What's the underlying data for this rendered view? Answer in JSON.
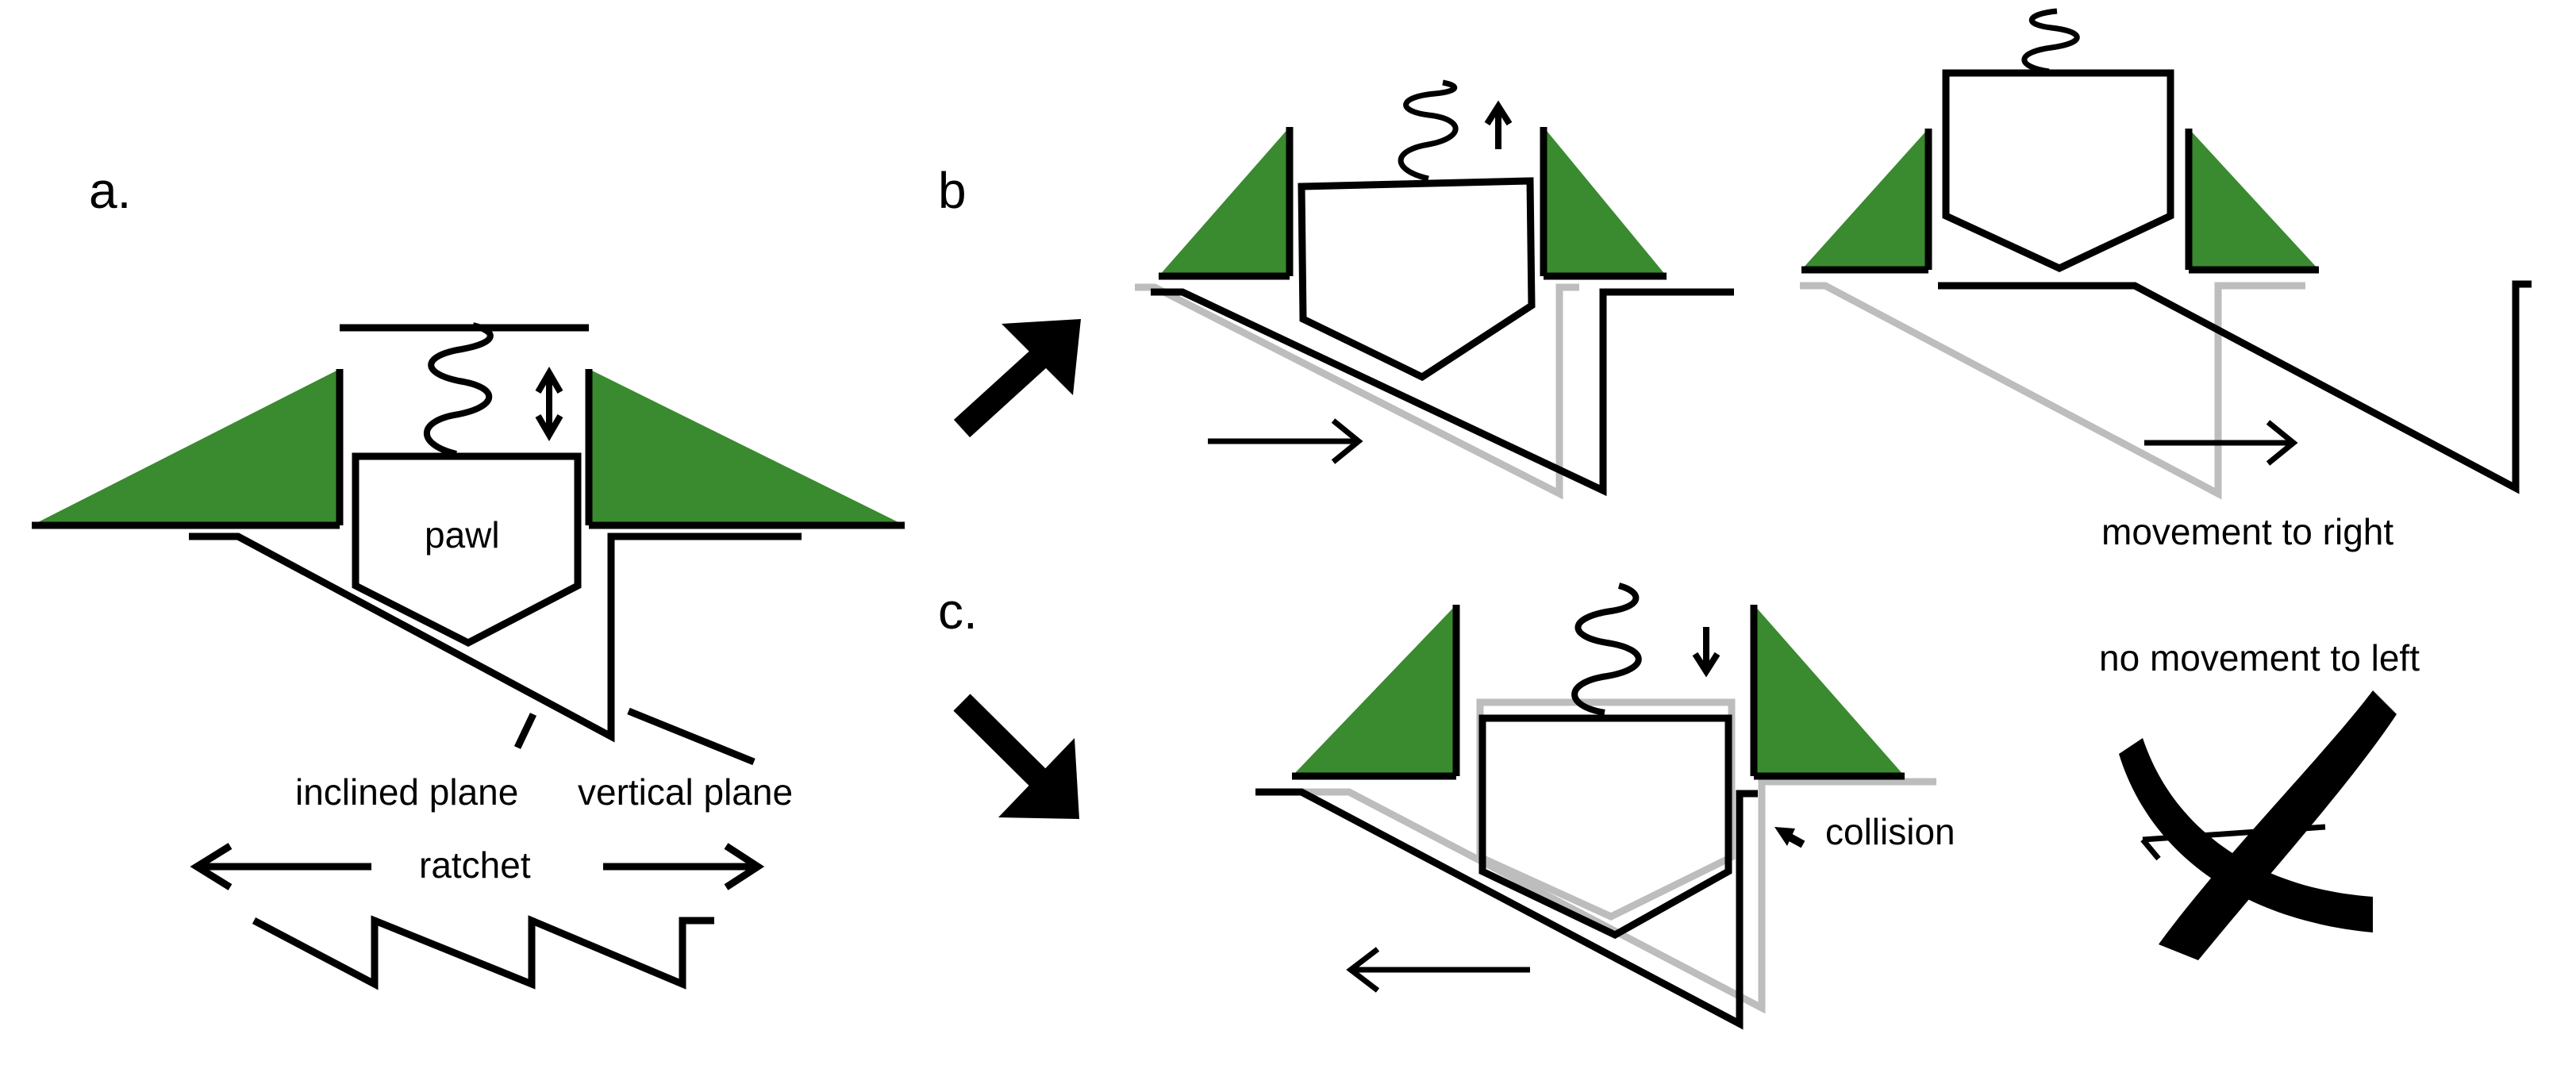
{
  "panel_labels": {
    "a": "a.",
    "b": "b",
    "c": "c."
  },
  "labels": {
    "pawl": "pawl",
    "inclined_plane": "inclined plane",
    "vertical_plane": "vertical plane",
    "ratchet": "ratchet",
    "movement_right": "movement to right",
    "no_movement_left": "no movement to left",
    "collision": "collision"
  },
  "colors": {
    "guide_green": "#3a8a2f",
    "ghost_gray": "#bdbdbd",
    "line": "#000000"
  }
}
